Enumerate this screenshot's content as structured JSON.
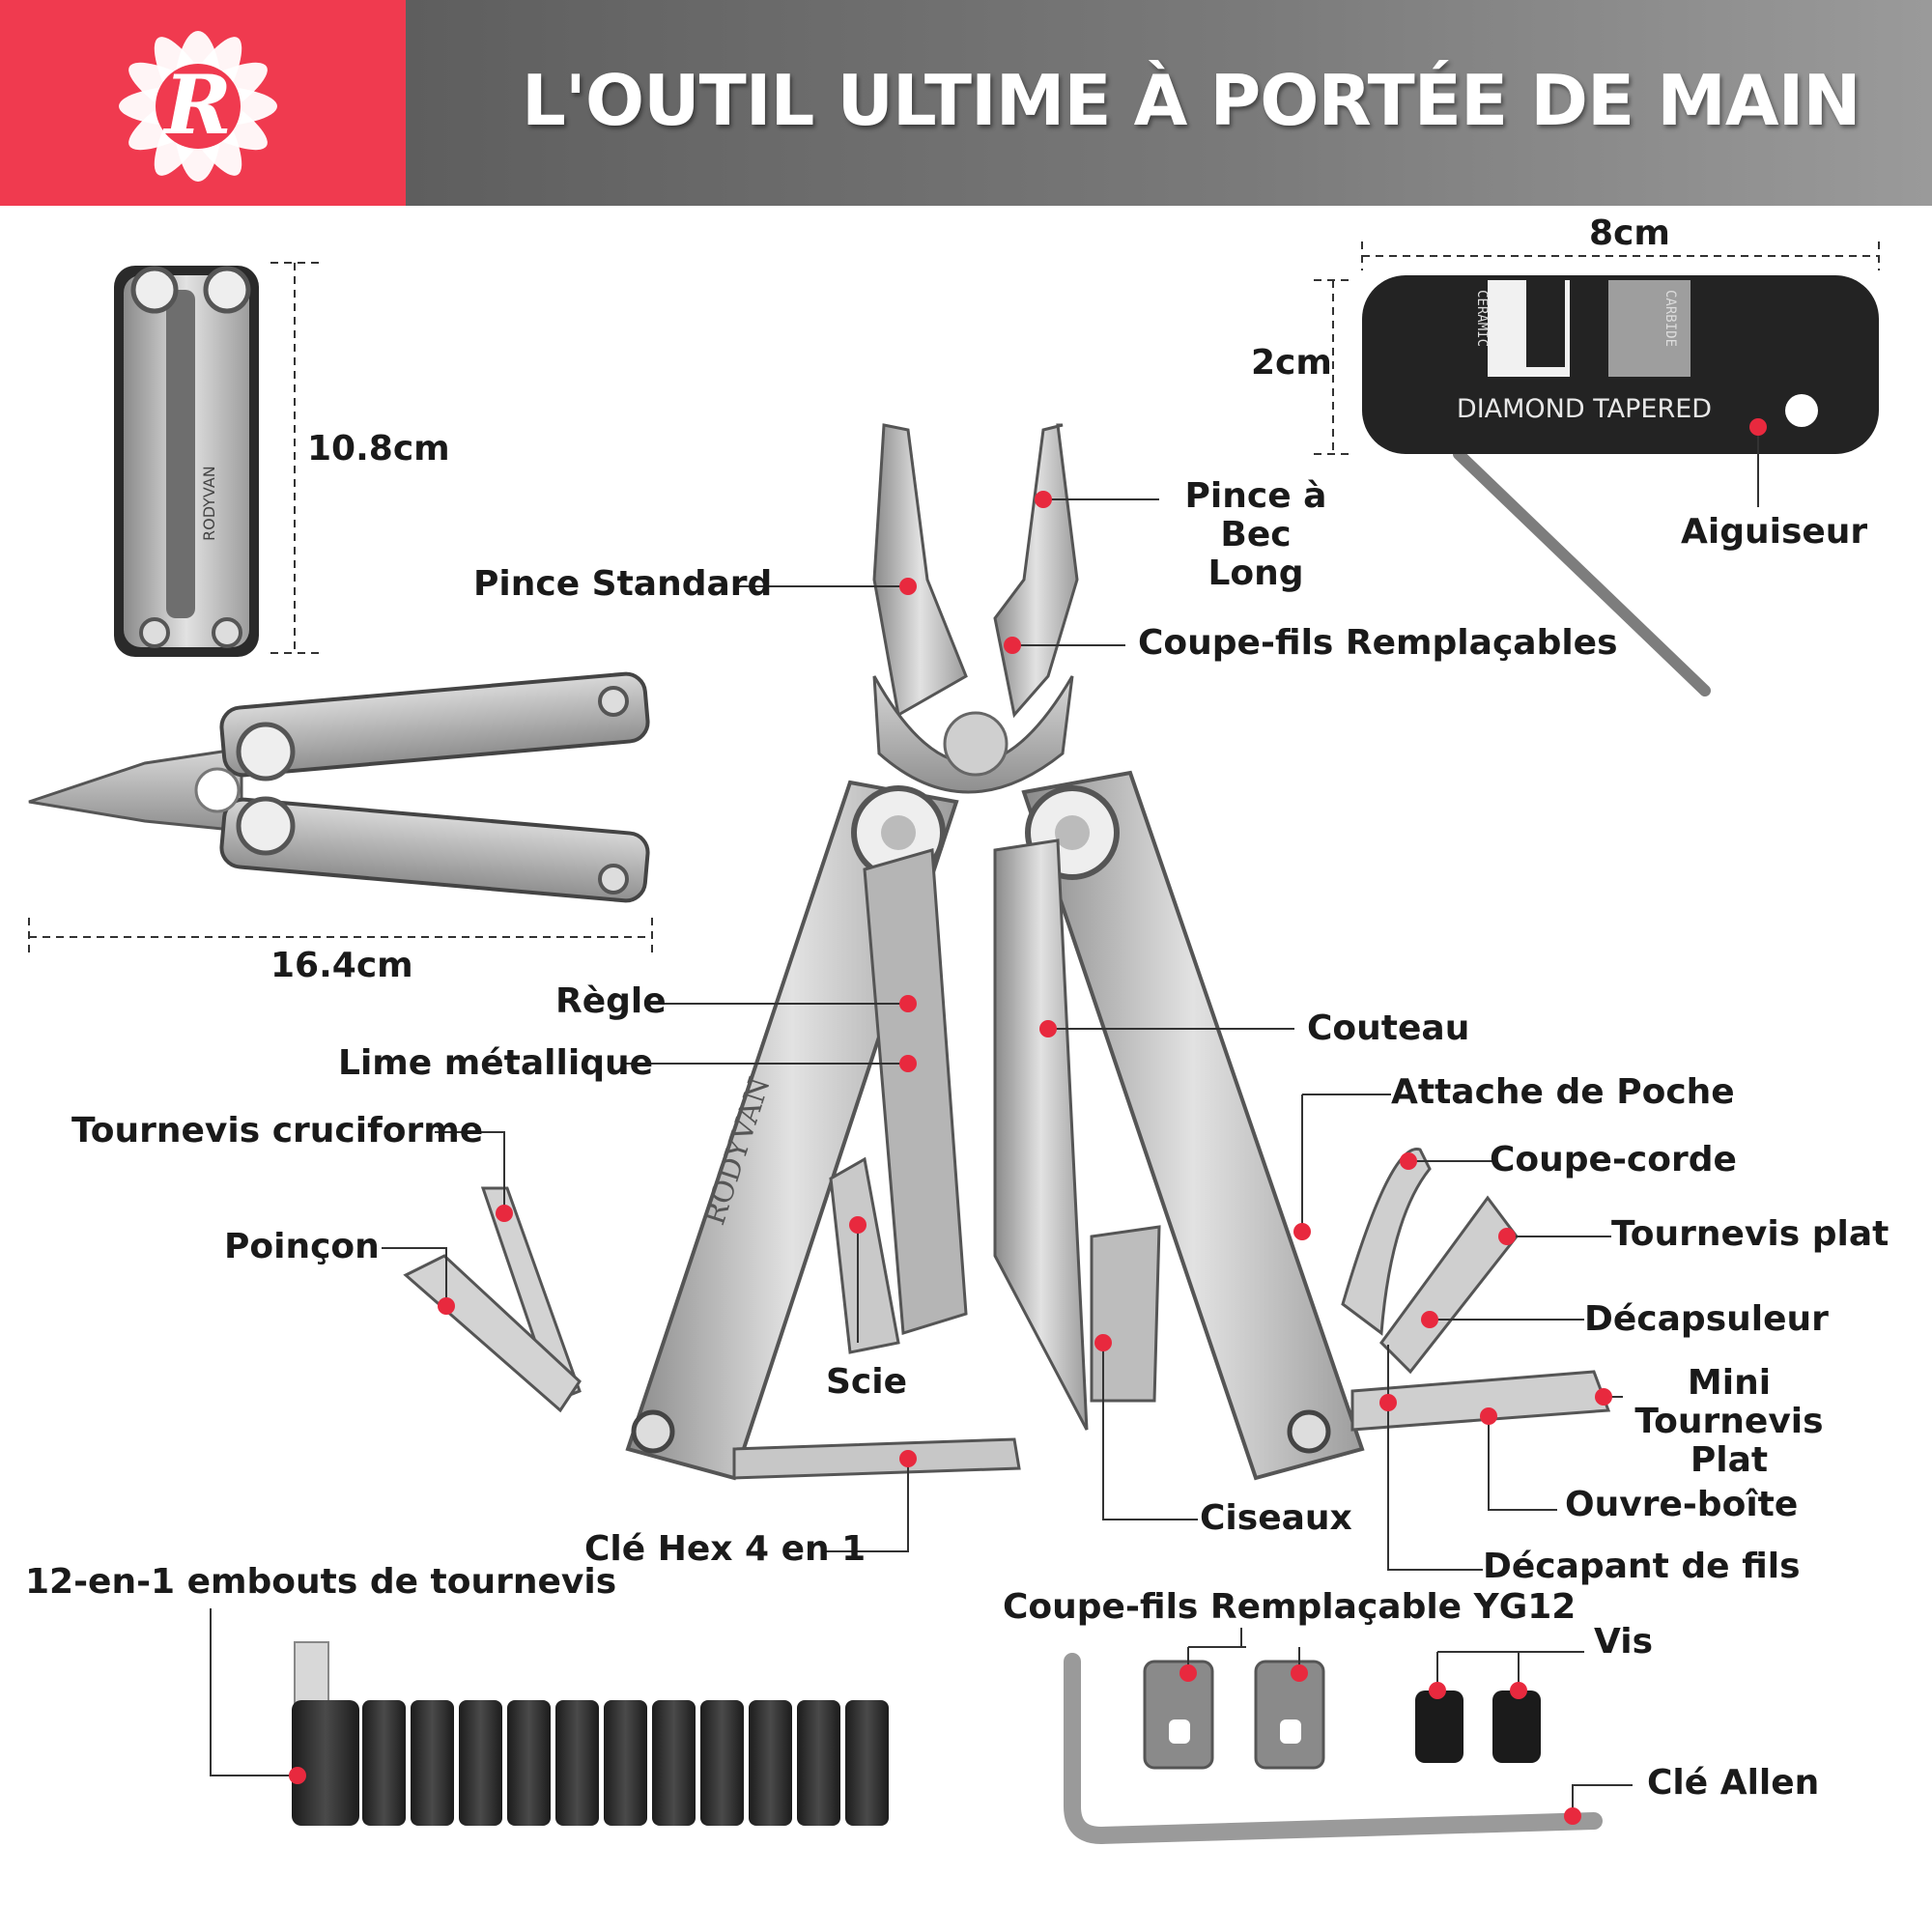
{
  "header": {
    "title": "L'OUTIL ULTIME À PORTÉE DE MAIN",
    "logo_letter": "R",
    "accent_color": "#f03a4f",
    "bar_color": "#6f6f6f"
  },
  "brand_marks": {
    "handle_text": "RODYVAN",
    "sharpener_left": "CERAMIC",
    "sharpener_right": "CARBIDE",
    "sharpener_plate": "DIAMOND TAPERED"
  },
  "dimensions": {
    "folded_height": "10.8cm",
    "open_length": "16.4cm",
    "sharpener_width": "8cm",
    "sharpener_height": "2cm"
  },
  "labels": {
    "pince_standard": "Pince Standard",
    "pince_bec_long": "Pince à Bec\nLong",
    "coupe_fils": "Coupe-fils Remplaçables",
    "aiguiseur": "Aiguiseur",
    "regle": "Règle",
    "lime": "Lime métallique",
    "couteau": "Couteau",
    "tournevis_cruciforme": "Tournevis cruciforme",
    "attache_poche": "Attache de Poche",
    "coupe_corde": "Coupe-corde",
    "poincon": "Poinçon",
    "tournevis_plat": "Tournevis plat",
    "decapsuleur": "Décapsuleur",
    "scie": "Scie",
    "mini_tournevis": "Mini\nTournevis Plat",
    "ouvre_boite": "Ouvre-boîte",
    "ciseaux": "Ciseaux",
    "cle_hex": "Clé Hex 4 en 1",
    "decapant": "Décapant de fils",
    "embouts": "12-en-1 embouts de tournevis",
    "coupe_fils_yg12": "Coupe-fils Remplaçable YG12",
    "vis": "Vis",
    "cle_allen": "Clé Allen"
  },
  "colors": {
    "marker": "#e8293e",
    "steel": "#c9c9c9",
    "steel_dark": "#8e8e8e",
    "black_part": "#222222"
  }
}
